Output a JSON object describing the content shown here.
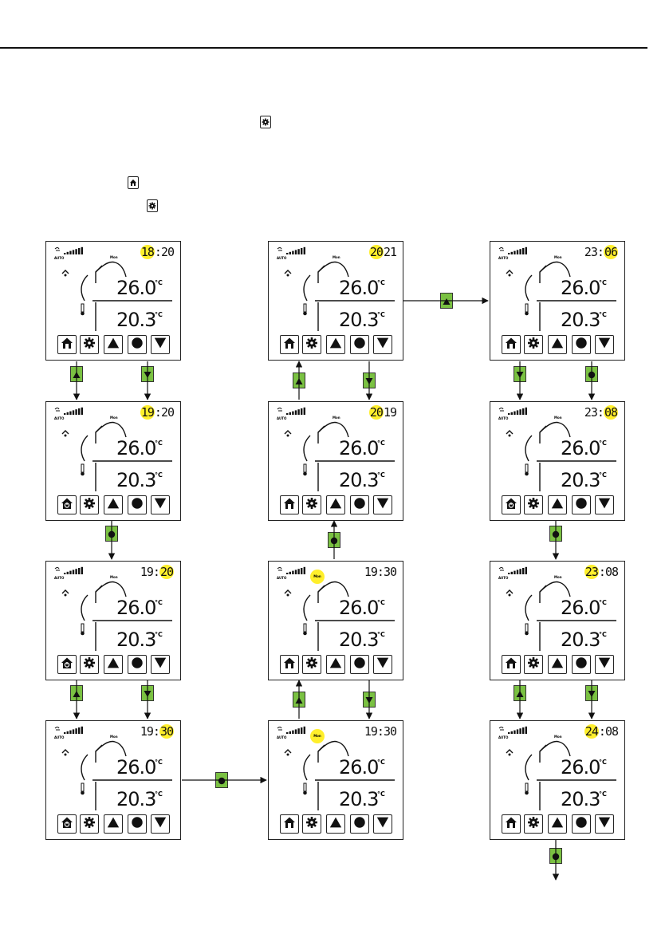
{
  "panel_texts": {
    "auto_label": "AUTO",
    "day_label": "Mon",
    "unit": "°C",
    "setpoint": "26.0",
    "room": "20.3"
  },
  "panels": [
    {
      "id": "p00",
      "hours": "18",
      "minutes": "20",
      "sep": ":",
      "hl": "hours",
      "day_hl": false,
      "power_icon": false
    },
    {
      "id": "p01",
      "hours": "19",
      "minutes": "20",
      "sep": ":",
      "hl": "hours",
      "day_hl": false,
      "power_icon": true
    },
    {
      "id": "p02",
      "hours": "19",
      "minutes": "20",
      "sep": ":",
      "hl": "minutes",
      "day_hl": false,
      "power_icon": true
    },
    {
      "id": "p03",
      "hours": "19",
      "minutes": "30",
      "sep": ":",
      "hl": "minutes",
      "day_hl": false,
      "power_icon": true
    },
    {
      "id": "p10",
      "hours": "20",
      "minutes": "21",
      "sep": " ",
      "hl": "all",
      "day_hl": false,
      "power_icon": false
    },
    {
      "id": "p11",
      "hours": "20",
      "minutes": "19",
      "sep": " ",
      "hl": "all",
      "day_hl": false,
      "power_icon": false
    },
    {
      "id": "p12",
      "hours": "19",
      "minutes": "30",
      "sep": ":",
      "hl": "none",
      "day_hl": true,
      "power_icon": false
    },
    {
      "id": "p13",
      "hours": "19",
      "minutes": "30",
      "sep": ":",
      "hl": "none",
      "day_hl": true,
      "power_icon": false
    },
    {
      "id": "p20",
      "hours": "23",
      "minutes": "06",
      "sep": ":",
      "hl": "minutes",
      "day_hl": false,
      "power_icon": false
    },
    {
      "id": "p21",
      "hours": "23",
      "minutes": "08",
      "sep": ":",
      "hl": "minutes",
      "day_hl": false,
      "power_icon": true
    },
    {
      "id": "p22",
      "hours": "23",
      "minutes": "08",
      "sep": ":",
      "hl": "hours",
      "day_hl": false,
      "power_icon": false
    },
    {
      "id": "p23",
      "hours": "24",
      "minutes": "08",
      "sep": ":",
      "hl": "hours",
      "day_hl": false,
      "power_icon": false
    }
  ],
  "keys": [
    {
      "icon": "up-triangle-icon"
    },
    {
      "icon": "down-triangle-icon"
    },
    {
      "icon": "circle-icon"
    },
    {
      "icon": "up-triangle-icon"
    },
    {
      "icon": "down-triangle-icon"
    },
    {
      "icon": "circle-icon"
    },
    {
      "icon": "up-triangle-icon"
    },
    {
      "icon": "down-triangle-icon"
    },
    {
      "icon": "circle-icon"
    },
    {
      "icon": "up-triangle-icon"
    },
    {
      "icon": "down-triangle-icon"
    },
    {
      "icon": "up-triangle-icon"
    },
    {
      "icon": "down-triangle-icon"
    },
    {
      "icon": "circle-icon"
    },
    {
      "icon": "circle-icon"
    },
    {
      "icon": "up-triangle-icon"
    },
    {
      "icon": "down-triangle-icon"
    },
    {
      "icon": "circle-icon"
    },
    {
      "icon": "up-triangle-icon"
    },
    {
      "icon": "down-triangle-icon"
    },
    {
      "icon": "circle-icon"
    }
  ],
  "colors": {
    "highlight": "#ffef2b",
    "key_green": "#7ac142",
    "ink": "#111111"
  }
}
